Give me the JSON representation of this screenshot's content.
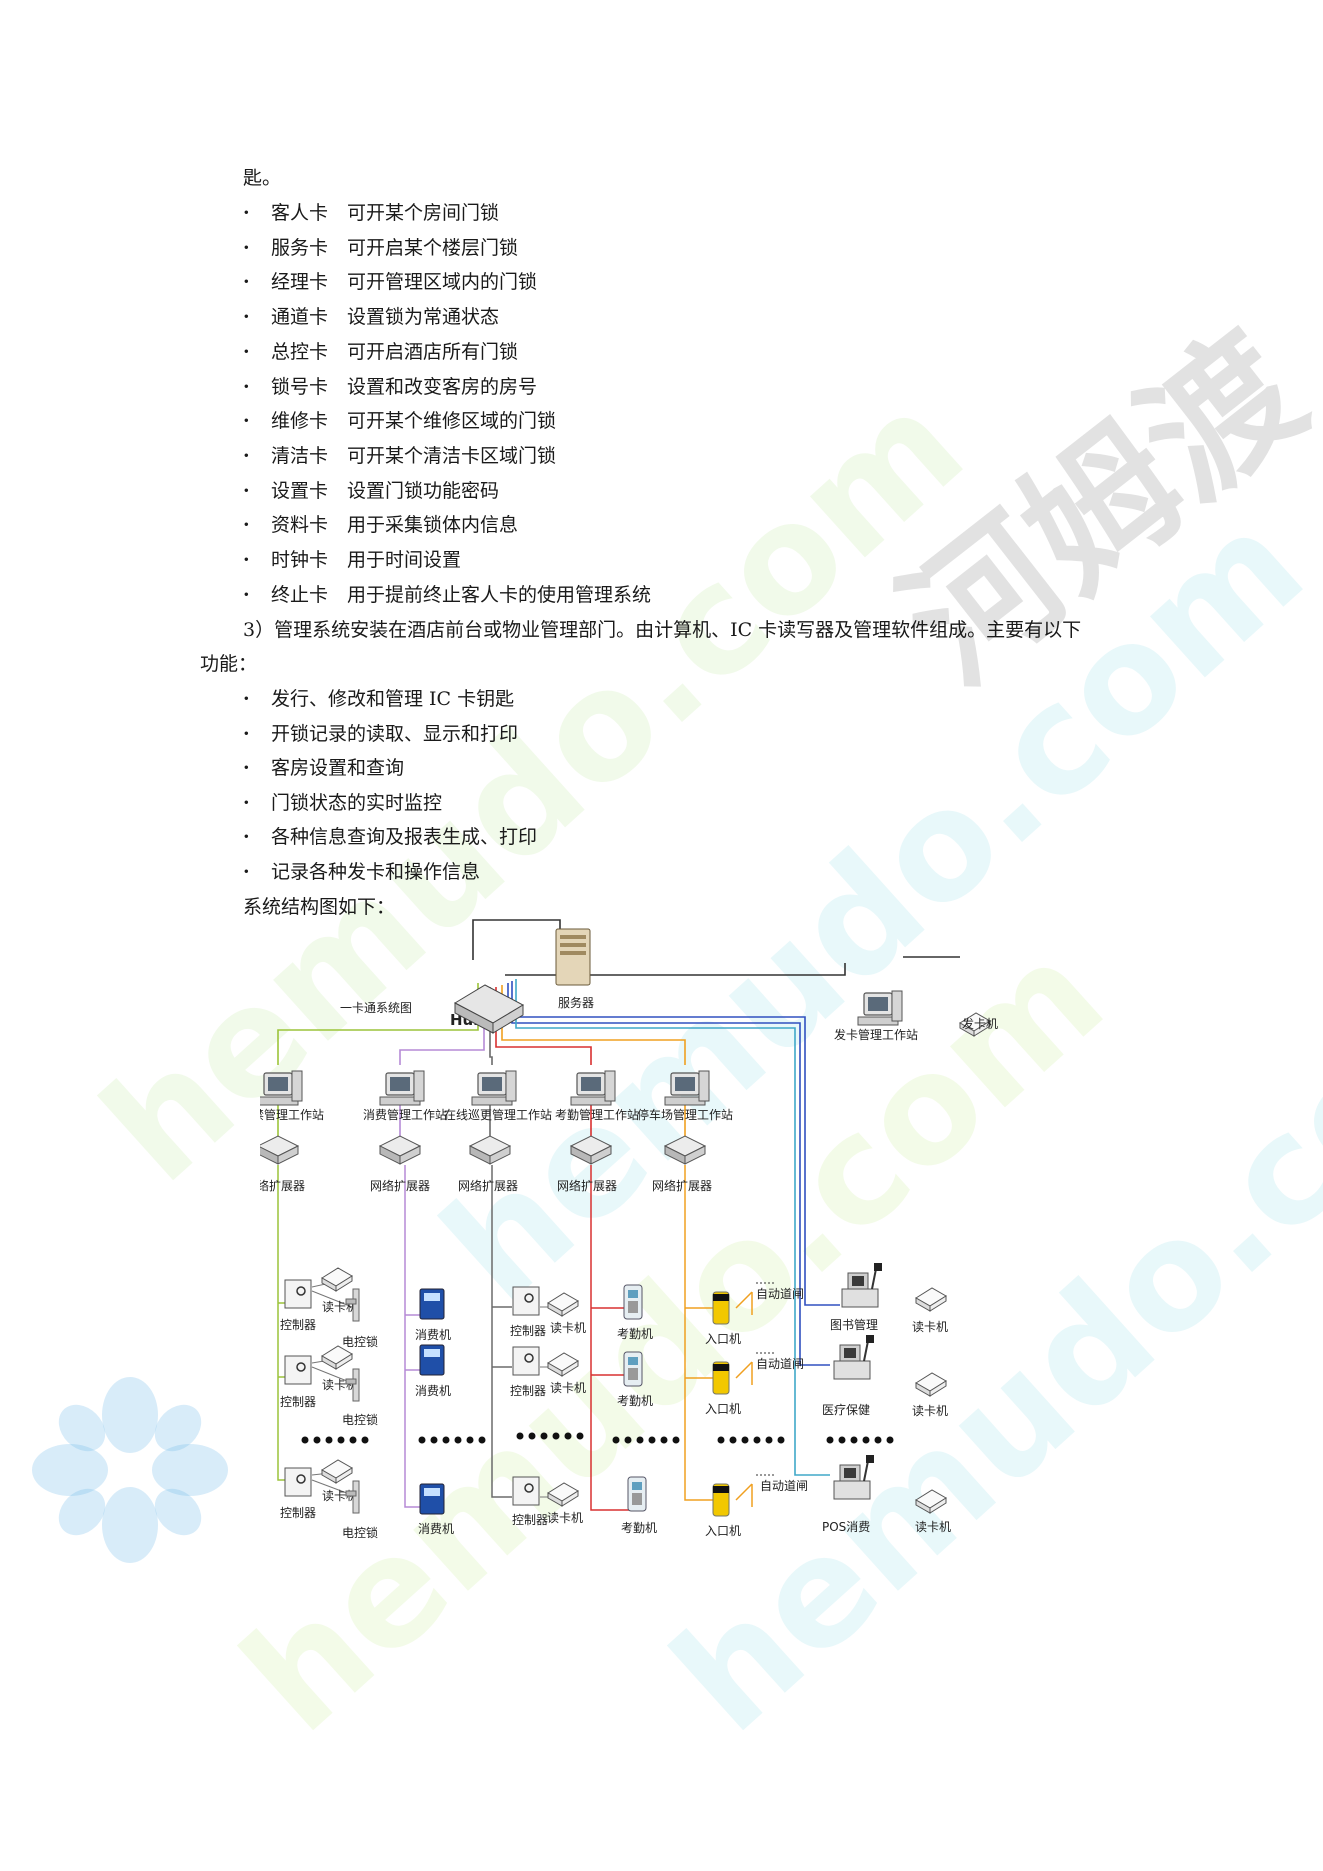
{
  "intro_end": "匙。",
  "cards": [
    {
      "term": "客人卡",
      "desc": "可开某个房间门锁"
    },
    {
      "term": "服务卡",
      "desc": "可开启某个楼层门锁"
    },
    {
      "term": "经理卡",
      "desc": "可开管理区域内的门锁"
    },
    {
      "term": "通道卡",
      "desc": "设置锁为常通状态"
    },
    {
      "term": "总控卡",
      "desc": "可开启酒店所有门锁"
    },
    {
      "term": "锁号卡",
      "desc": "设置和改变客房的房号"
    },
    {
      "term": "维修卡",
      "desc": "可开某个维修区域的门锁"
    },
    {
      "term": "清洁卡",
      "desc": "可开某个清洁卡区域门锁"
    },
    {
      "term": "设置卡",
      "desc": "设置门锁功能密码"
    },
    {
      "term": "资料卡",
      "desc": "用于采集锁体内信息"
    },
    {
      "term": "时钟卡",
      "desc": "用于时间设置"
    },
    {
      "term": "终止卡",
      "desc": "用于提前终止客人卡的使用管理系统"
    }
  ],
  "para3_line1": "3）管理系统安装在酒店前台或物业管理部门。由计算机、IC 卡读写器及管理软件组成。主要有以下",
  "para3_line2": "功能：",
  "functions": [
    "发行、修改和管理 IC 卡钥匙",
    "开锁记录的读取、显示和打印",
    "客房设置和查询",
    "门锁状态的实时监控",
    "各种信息查询及报表生成、打印",
    "记录各种发卡和操作信息"
  ],
  "structure_caption": "系统结构图如下：",
  "bullet_glyph": "·",
  "diagram": {
    "title": "一卡通系统图",
    "hub": "Hub",
    "server": "服务器",
    "issue_station": "发卡管理工作站",
    "card_issuer": "发卡机",
    "stations": [
      "门禁管理工作站",
      "消费管理工作站",
      "在线巡更管理工作站",
      "考勤管理工作站",
      "停车场管理工作站"
    ],
    "expander": "网络扩展器",
    "controller": "控制器",
    "card_reader": "读卡机",
    "electric_lock": "电控锁",
    "pos_terminal": "消费机",
    "attendance": "考勤机",
    "entry_machine": "入口机",
    "auto_gate": "自动道闸",
    "library": "图书管理",
    "medical": "医疗保健",
    "pos": "POS消费",
    "colors": {
      "green": "#9cc43a",
      "purple": "#b58ad6",
      "gray": "#6b6b6b",
      "red": "#d83030",
      "orange": "#f0a020",
      "blue": "#3050c0",
      "teal": "#40a8c8",
      "dark": "#333333"
    }
  },
  "watermarks": [
    "河姆渡",
    "hemudo.com",
    "hemudo.com",
    "hemudo.com",
    "hemudo.com"
  ]
}
